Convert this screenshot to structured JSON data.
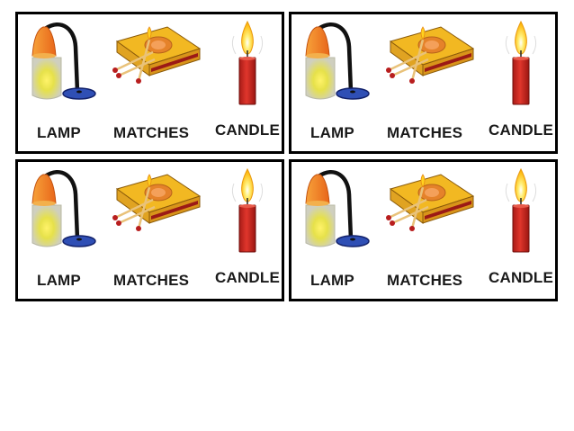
{
  "cards": [
    {
      "labels": {
        "lamp": "LAMP",
        "matches": "MATCHES",
        "candle": "CANDLE"
      }
    },
    {
      "labels": {
        "lamp": "LAMP",
        "matches": "MATCHES",
        "candle": "CANDLE"
      }
    },
    {
      "labels": {
        "lamp": "LAMP",
        "matches": "MATCHES",
        "candle": "CANDLE"
      }
    },
    {
      "labels": {
        "lamp": "LAMP",
        "matches": "MATCHES",
        "candle": "CANDLE"
      }
    }
  ],
  "icons": {
    "lamp": "desk-lamp-icon",
    "matches": "matchbox-icon",
    "candle": "candle-icon"
  },
  "colors": {
    "border": "#000000",
    "lamp_shade": "#f07d1a",
    "lamp_base": "#2f4fb5",
    "matchbox": "#e8a21a",
    "candle_body": "#d12a22",
    "flame": "#ffd21f"
  }
}
